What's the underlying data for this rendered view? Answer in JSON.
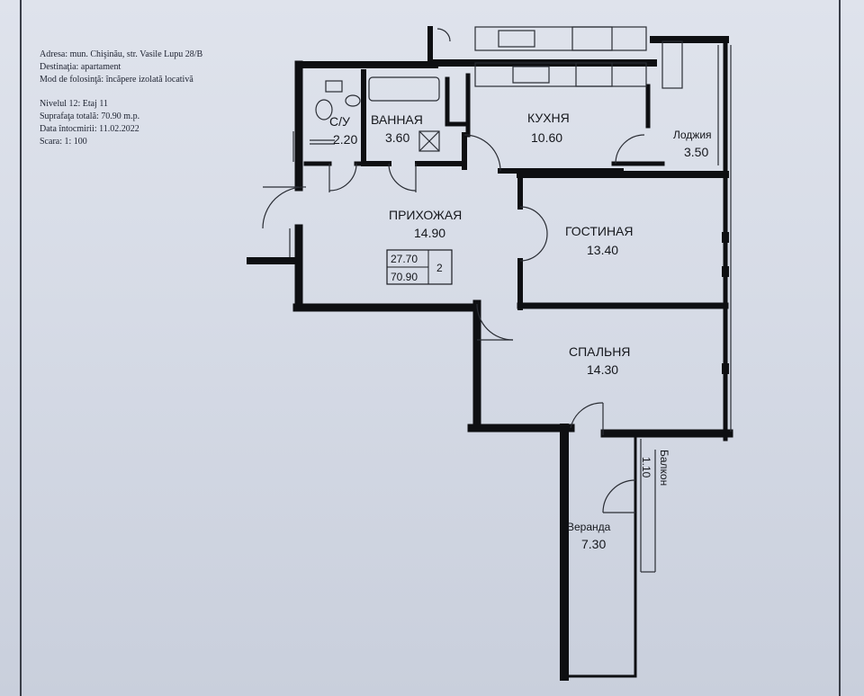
{
  "header": {
    "address": "Adresa: mun. Chişinău, str. Vasile Lupu 28/B",
    "purpose": "Destinaţia: apartament",
    "use_mode": "Mod de folosinţă: încăpere izolată locativă",
    "level": "Nivelul 12: Etaj 11",
    "total_area": "Suprafaţa totală: 70.90 m.p.",
    "date": "Data întocmirii: 11.02.2022",
    "scale": "Scara: 1: 100"
  },
  "rooms": {
    "bathroom_wc": {
      "name": "С/У",
      "area": "2.20"
    },
    "bath": {
      "name": "ВАННАЯ",
      "area": "3.60"
    },
    "kitchen": {
      "name": "КУХНЯ",
      "area": "10.60"
    },
    "loggia": {
      "name": "Лоджия",
      "area": "3.50"
    },
    "hall": {
      "name": "ПРИХОЖАЯ",
      "area": "14.90"
    },
    "living": {
      "name": "ГОСТИНАЯ",
      "area": "13.40"
    },
    "bedroom": {
      "name": "СПАЛЬНЯ",
      "area": "14.30"
    },
    "veranda": {
      "name": "Веранда",
      "area": "7.30"
    },
    "balcony": {
      "name": "Балкон",
      "area": "1.10"
    }
  },
  "summary_box": {
    "living_area": "27.70",
    "total_area": "70.90",
    "rooms_count": "2"
  },
  "colors": {
    "wall": "#0e0f12",
    "paper": "#d8dce6",
    "thin_line": "#2a2d34"
  }
}
